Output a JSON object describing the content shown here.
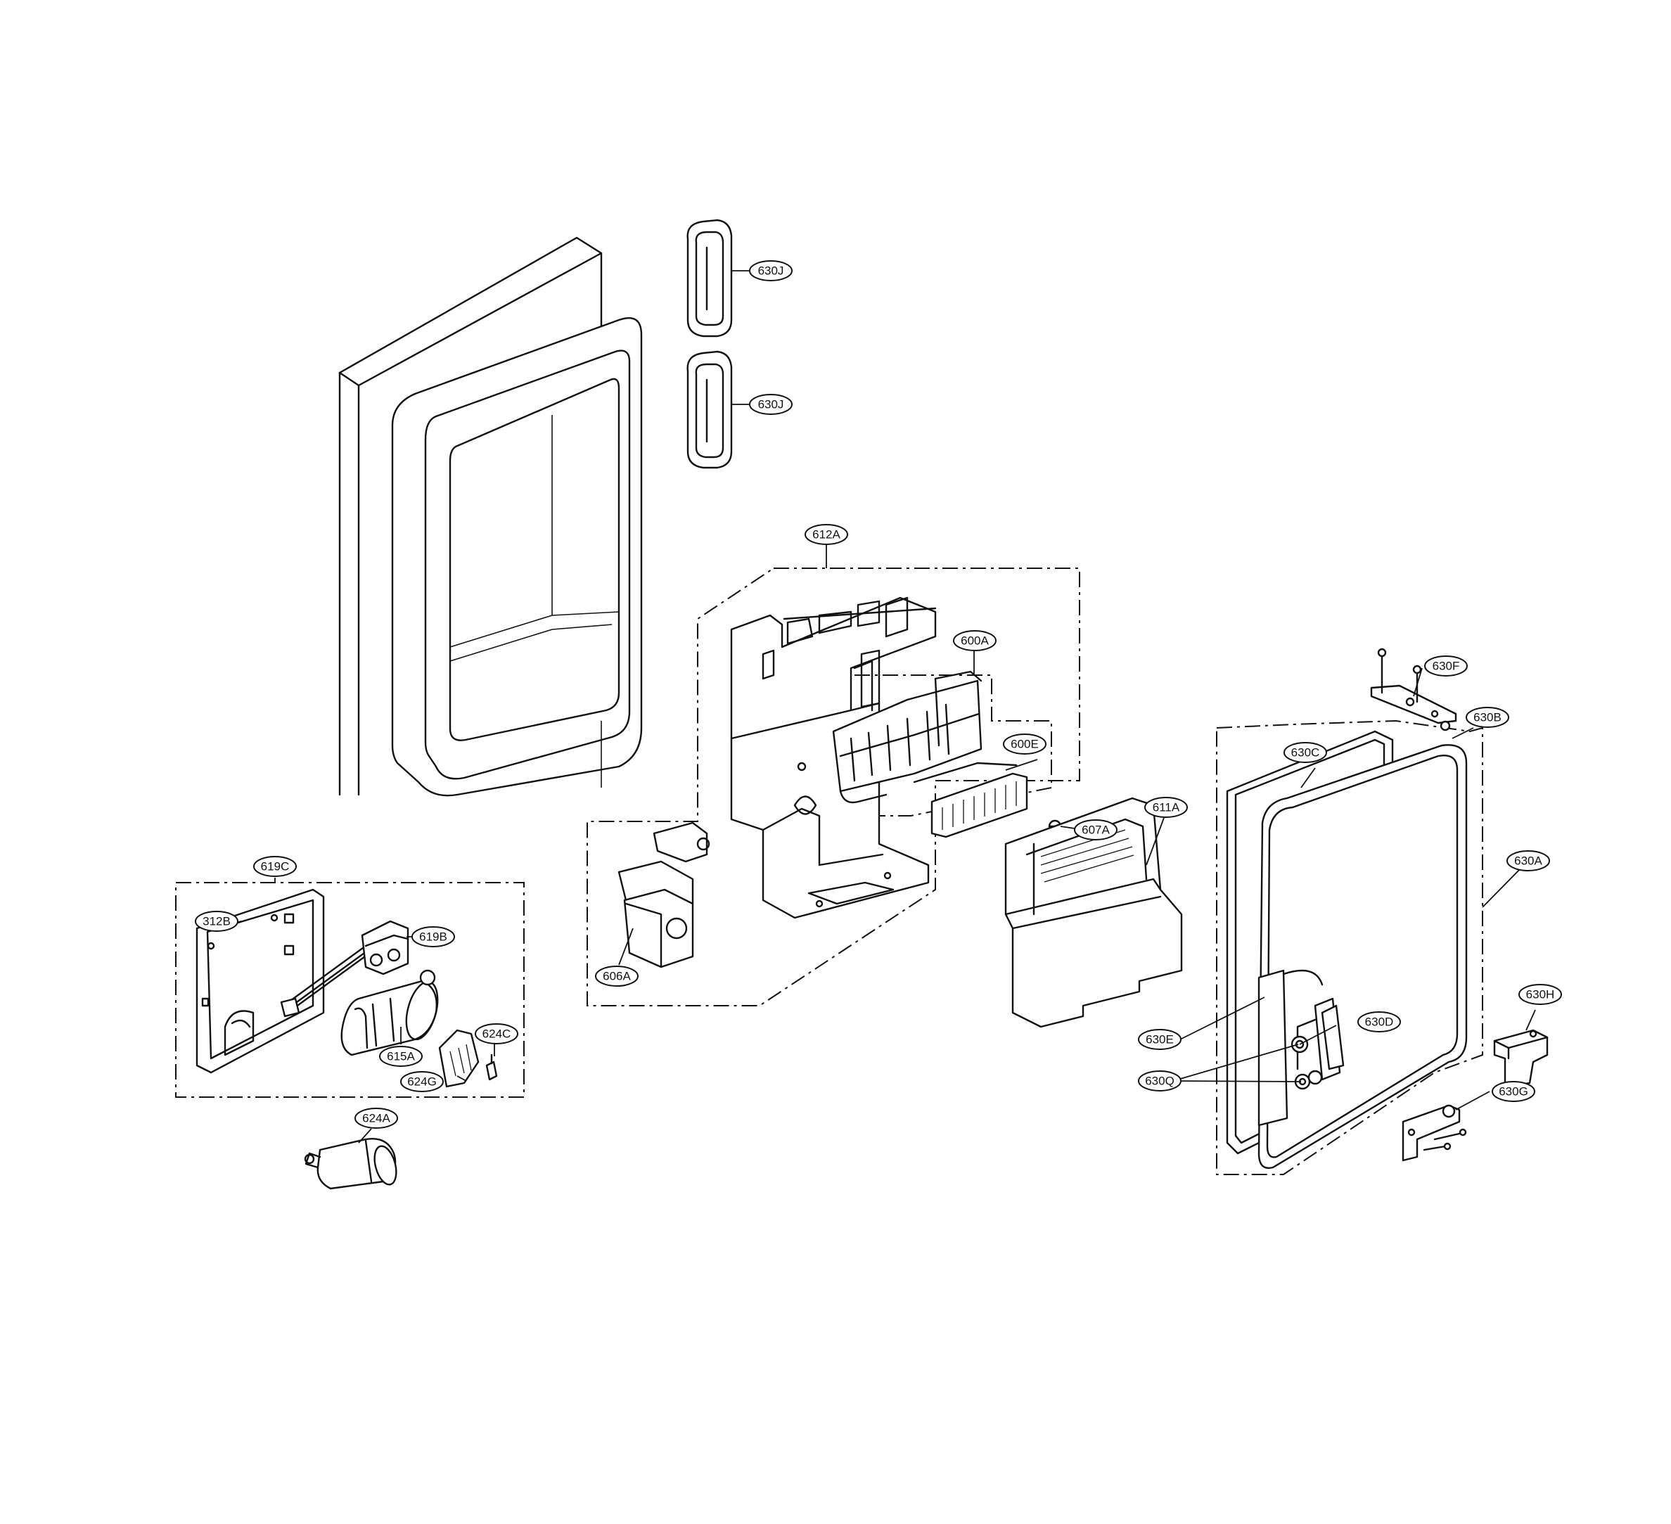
{
  "labels": {
    "l630J_a": "630J",
    "l630J_b": "630J",
    "l612A": "612A",
    "l600A": "600A",
    "l600E": "600E",
    "l607A": "607A",
    "l611A": "611A",
    "l606A": "606A",
    "l619C": "619C",
    "l312B": "312B",
    "l619B": "619B",
    "l615A": "615A",
    "l624C": "624C",
    "l624G": "624G",
    "l624A": "624A",
    "l630F": "630F",
    "l630B": "630B",
    "l630C": "630C",
    "l630A": "630A",
    "l630H": "630H",
    "l630D": "630D",
    "l630E": "630E",
    "l630Q": "630Q",
    "l630G": "630G"
  }
}
